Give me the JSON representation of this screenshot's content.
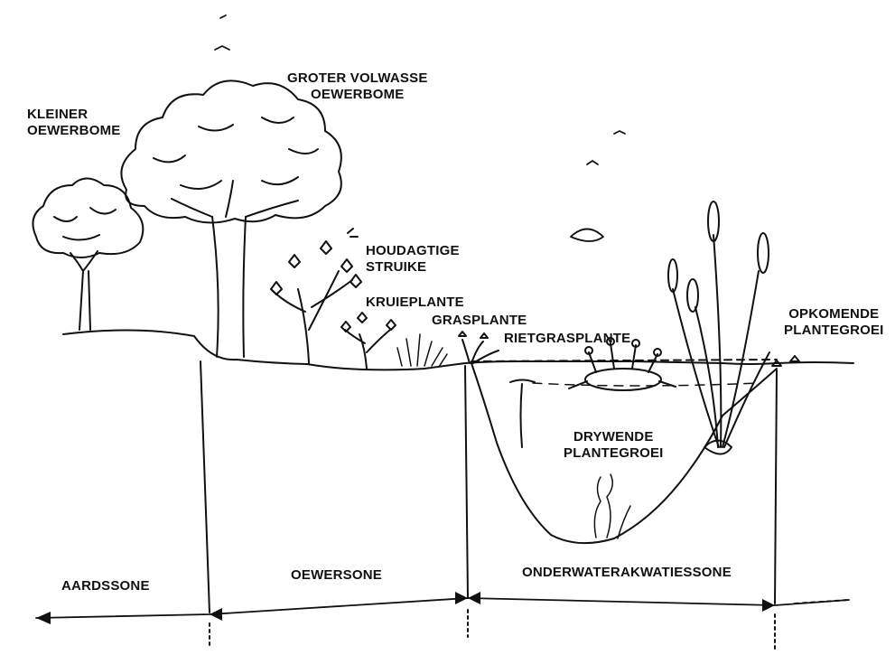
{
  "labels": {
    "kleiner": [
      "KLEINER",
      "OEWERBOME"
    ],
    "groter": [
      "GROTER VOLWASSE",
      "OEWERBOME"
    ],
    "houdagtige": [
      "HOUDAGTIGE",
      "STRUIKE"
    ],
    "kruieplante": "KRUIEPLANTE",
    "grasplante": "GRASPLANTE",
    "rietgrasplante": "RIETGRASPLANTE",
    "opkomende": [
      "OPKOMENDE",
      "PLANTEGROEI"
    ],
    "drywende": [
      "DRYWENDE",
      "PLANTEGROEI"
    ]
  },
  "zones": {
    "aardssone": "AARDSSONE",
    "oewersone": "OEWERSONE",
    "onderwater": "ONDERWATERAKWATIESSONE"
  },
  "colors": {
    "ink": "#111111",
    "background": "#ffffff"
  }
}
